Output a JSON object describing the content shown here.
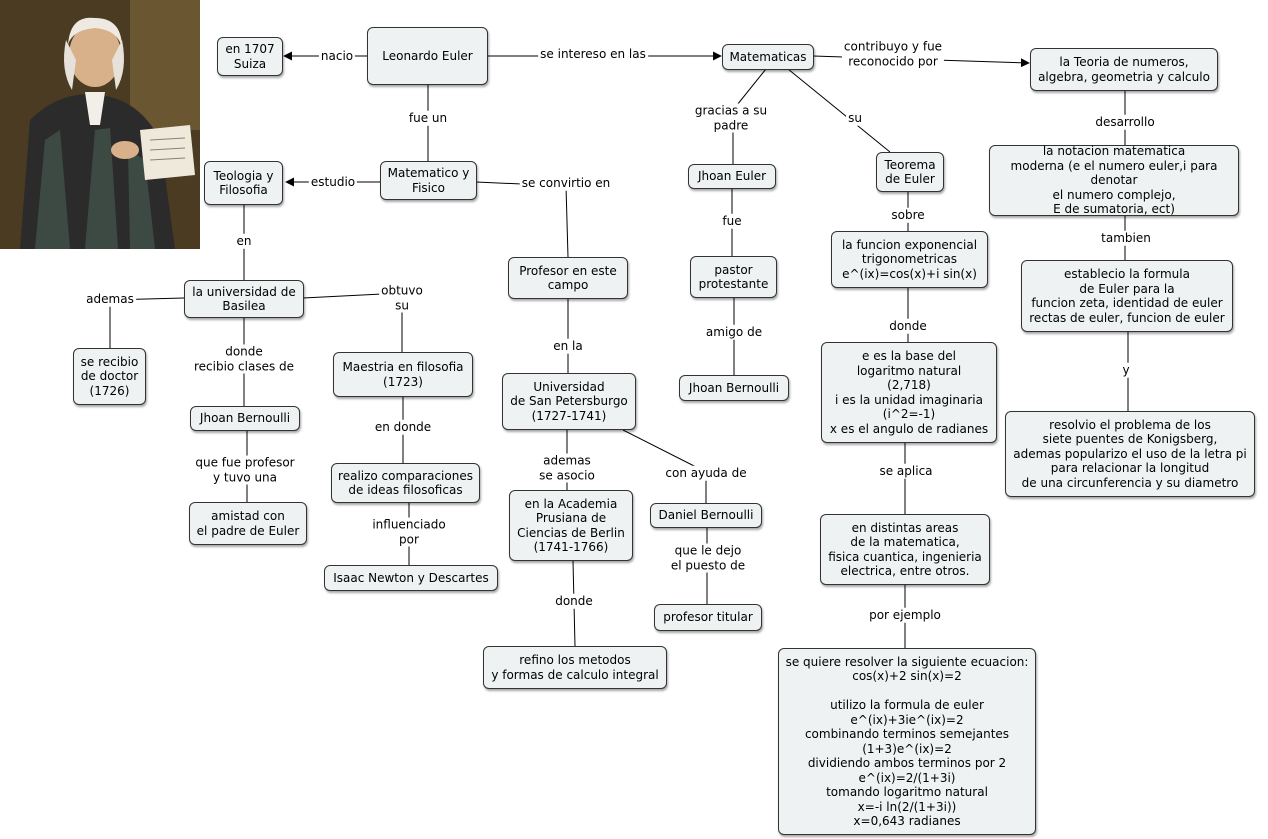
{
  "portrait": {
    "icon": "leonhard-euler-portrait"
  },
  "nodes": {
    "euler": "Leonardo Euler",
    "nacimiento": "en 1707\nSuiza",
    "matematicas": "Matematicas",
    "teoria": "la Teoria de numeros,\nalgebra, geometria y calculo",
    "matematico_fisico": "Matematico y\nFisico",
    "teologia": "Teologia y\nFilosofia",
    "universidad_basilea": "la universidad de\nBasilea",
    "doctor": "se recibio\nde doctor\n(1726)",
    "jhoan_bernoulli_1": "Jhoan Bernoulli",
    "amistad": "amistad con\nel padre de Euler",
    "maestria": "Maestria en filosofia\n(1723)",
    "comparaciones": "realizo comparaciones\nde ideas filosoficas",
    "newton": "Isaac Newton y Descartes",
    "profesor": "Profesor en este\ncampo",
    "san_petersburgo": "Universidad\nde San Petersburgo\n(1727-1741)",
    "academia": "en la Academia\nPrusiana de\nCiencias de Berlin\n(1741-1766)",
    "refino": "refino los metodos\ny formas de calculo integral",
    "daniel": "Daniel Bernoulli",
    "profesor_titular": "profesor titular",
    "jhoan_euler": "Jhoan Euler",
    "pastor": "pastor\nprotestante",
    "jhoan_bernoulli_2": "Jhoan Bernoulli",
    "teorema": "Teorema\nde Euler",
    "funcion_exp": "la funcion exponencial\ntrigonometricas\ne^(ix)=cos(x)+i sin(x)",
    "base_log": "e es la base del\nlogaritmo natural\n(2,718)\ni es la unidad imaginaria\n(i^2=-1)\nx es el angulo de radianes",
    "areas": "en distintas areas\nde la matematica,\nfisica cuantica, ingenieria\nelectrica, entre otros.",
    "ejemplo": "se quiere resolver la siguiente ecuacion:\ncos(x)+2 sin(x)=2\n\nutilizo la formula de euler\ne^(ix)+3ie^(ix)=2\ncombinando terminos semejantes\n(1+3)e^(ix)=2\ndividiendo ambos terminos por 2\ne^(ix)=2/(1+3i)\ntomando logaritmo natural\nx=-i ln(2/(1+3i))\nx=0,643 radianes",
    "notacion": "la notacion matematica\nmoderna (e el numero euler,i para denotar\nel numero complejo,\nE de sumatoria, ect)",
    "formula": "establecio la formula\nde Euler para la\nfuncion zeta, identidad de euler\nrectas de euler, funcion de euler",
    "konigsberg": "resolvio el problema de los\nsiete puentes de Konigsberg,\nademas popularizo el uso de la letra pi\npara relacionar la longitud\nde una circunferencia y su diametro"
  },
  "links": {
    "nacio": "nacio",
    "intereso": "se intereso en las",
    "contribuyo": "contribuyo y fue\nreconocido por",
    "fue_un": "fue un",
    "estudio": "estudio",
    "convirtio": "se convirtio en",
    "en": "en",
    "ademas": "ademas",
    "donde_clases": "donde\nrecibio clases de",
    "profesor_amistad": "que fue profesor\ny tuvo una",
    "obtuvo": "obtuvo\nsu",
    "en_donde": "en donde",
    "influenciado": "influenciado\npor",
    "en_la": "en la",
    "ademas_asocio": "ademas\nse asocio",
    "donde": "donde",
    "ayuda": "con ayuda de",
    "dejo_puesto": "que le dejo\nel puesto de",
    "gracias_padre": "gracias a su\npadre",
    "fue": "fue",
    "amigo": "amigo de",
    "su": "su",
    "sobre": "sobre",
    "donde2": "donde",
    "aplica": "se aplica",
    "por_ejemplo": "por ejemplo",
    "desarrollo": "desarrollo",
    "tambien": "tambien",
    "y": "y"
  }
}
